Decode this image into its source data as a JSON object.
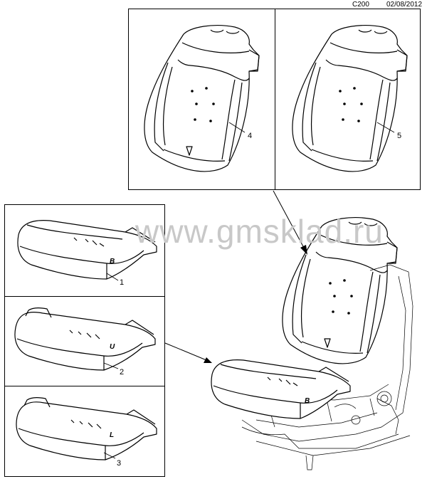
{
  "header": {
    "code": "C200",
    "date": "02/08/2012"
  },
  "watermark": "www.gmsklad.ru",
  "callouts": {
    "c1": "1",
    "c2": "2",
    "c3": "3",
    "c4": "4",
    "c5": "5"
  },
  "cushion_letters": {
    "b": "B",
    "u": "U",
    "l": "L",
    "b_main": "B"
  }
}
